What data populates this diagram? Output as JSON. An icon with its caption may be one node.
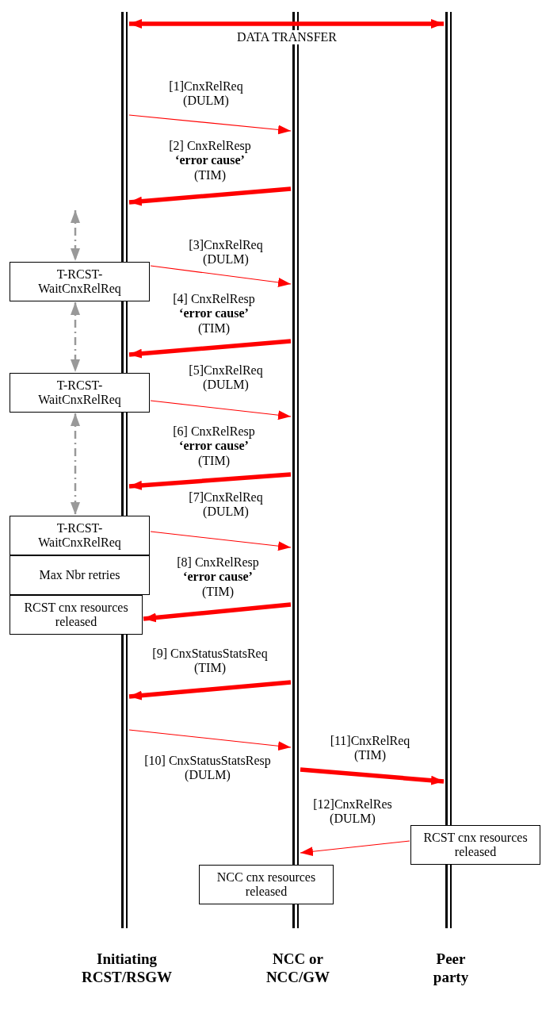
{
  "diagram": {
    "nodes": [
      {
        "text": [
          "Initiating RCST/RSGW"
        ]
      },
      {
        "text": [
          "NCC or NCC/GW"
        ]
      },
      {
        "text": [
          "Peer party"
        ]
      },
      {
        "text": [
          "T-RCST-WaitCnxRelReq"
        ]
      },
      {
        "text": [
          "T-RCST-WaitCnxRelReq"
        ]
      },
      {
        "text": [
          "T-RCST-WaitCnxRelReq"
        ]
      },
      {
        "text": [
          "Max Nbr retries"
        ]
      },
      {
        "text": [
          "RCST cnx resources released"
        ]
      },
      {
        "text": [
          "RCST cnx resources released"
        ]
      },
      {
        "text": [
          "NCC cnx resources released"
        ]
      }
    ],
    "edges": [
      {
        "from": 0,
        "to": 2,
        "arrow": "both",
        "label": "DATA TRANSFER",
        "style": "thick"
      },
      {
        "from": 0,
        "to": 1,
        "arrow": "to",
        "label": "[1]CnxRelReq (DULM)"
      },
      {
        "from": 1,
        "to": 0,
        "arrow": "to",
        "label": "[2] CnxRelResp **‘error cause’** (TIM)",
        "style": "thick"
      },
      {
        "from": null,
        "to": 3,
        "arrow": "both",
        "style": "dashed",
        "color": "#999999"
      },
      {
        "from": 3,
        "to": 1,
        "arrow": "to",
        "label": "[3]CnxRelReq (DULM)"
      },
      {
        "from": 1,
        "to": 0,
        "arrow": "to",
        "label": "[4] CnxRelResp **‘error cause’** (TIM)",
        "style": "thick"
      },
      {
        "from": 3,
        "to": 4,
        "arrow": "both",
        "style": "dashed",
        "color": "#999999"
      },
      {
        "from": 4,
        "to": 1,
        "arrow": "to",
        "label": "[5]CnxRelReq (DULM)"
      },
      {
        "from": 1,
        "to": 0,
        "arrow": "to",
        "label": "[6] CnxRelResp **‘error cause’** (TIM)",
        "style": "thick"
      },
      {
        "from": 4,
        "to": 5,
        "arrow": "both",
        "style": "dashed",
        "color": "#999999"
      },
      {
        "from": 5,
        "to": 1,
        "arrow": "to",
        "label": "[7]CnxRelReq (DULM)"
      },
      {
        "from": 1,
        "to": 7,
        "arrow": "to",
        "label": "[8] CnxRelResp **‘error cause’** (TIM)",
        "style": "thick"
      },
      {
        "from": 1,
        "to": 0,
        "arrow": "to",
        "label": "[9] CnxStatusStatsReq (TIM)",
        "style": "thick"
      },
      {
        "from": 0,
        "to": 1,
        "arrow": "to",
        "label": "[10] CnxStatusStatsResp (DULM)"
      },
      {
        "from": 1,
        "to": 2,
        "arrow": "to",
        "label": "[11]CnxRelReq (TIM)",
        "style": "thick"
      },
      {
        "from": 8,
        "to": 1,
        "arrow": "to",
        "label": "[12]CnxRelRes (DULM)"
      }
    ]
  }
}
